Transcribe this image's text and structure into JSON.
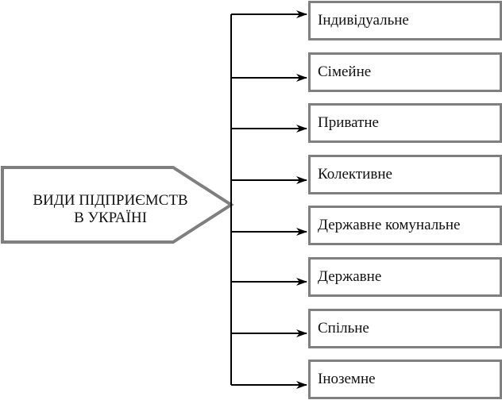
{
  "diagram": {
    "root": {
      "label_line1": "ВИДИ ПІДПРИЄМСТВ",
      "label_line2": "В УКРАЇНІ"
    },
    "children": [
      {
        "label": "Індивідуальне"
      },
      {
        "label": "Сімейне"
      },
      {
        "label": "Приватне"
      },
      {
        "label": "Колективне"
      },
      {
        "label": "Державне комунальне"
      },
      {
        "label": "Державне"
      },
      {
        "label": "Спільне"
      },
      {
        "label": "Іноземне"
      }
    ],
    "colors": {
      "box_border": "#7f7f7f",
      "connector": "#000000",
      "background": "#ffffff"
    }
  }
}
